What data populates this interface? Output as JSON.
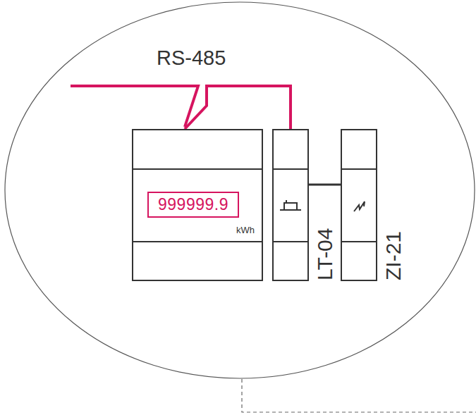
{
  "diagram": {
    "nodes": [
      {
        "text": [
          "kWh"
        ]
      },
      {
        "text": [
          "999999.9"
        ],
        "in": 0
      },
      {
        "text": [
          "LT-04"
        ]
      },
      {
        "text": [
          "ZI-21"
        ]
      }
    ],
    "edges": [
      {
        "from": 0,
        "to": 2,
        "arrow": "none"
      },
      {
        "from": 2,
        "to": 3,
        "arrow": "none"
      }
    ],
    "labels": [
      "RS-485"
    ]
  }
}
